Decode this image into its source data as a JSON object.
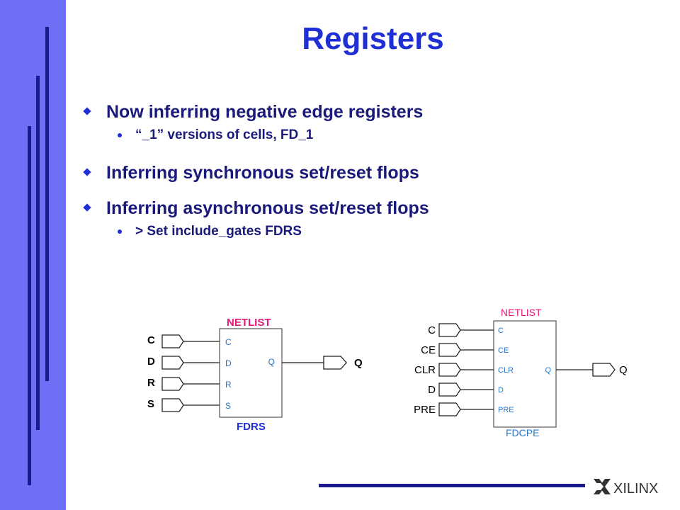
{
  "slide": {
    "title": "Registers",
    "bullets": [
      {
        "text": "Now inferring negative edge registers",
        "sub": [
          "“_1” versions of cells, FD_1"
        ]
      },
      {
        "text": "Inferring synchronous set/reset flops",
        "sub": []
      },
      {
        "text": "Inferring asynchronous set/reset flops",
        "sub": [
          "> Set include_gates FDRS"
        ]
      }
    ]
  },
  "diagram_fdrs": {
    "header": "NETLIST",
    "name": "FDRS",
    "inputs": [
      "C",
      "D",
      "R",
      "S"
    ],
    "pins": [
      "C",
      "D",
      "R",
      "S"
    ],
    "out_pin": "Q",
    "output": "Q"
  },
  "diagram_fdcpe": {
    "header": "NETLIST",
    "name": "FDCPE",
    "inputs": [
      "C",
      "CE",
      "CLR",
      "D",
      "PRE"
    ],
    "pins": [
      "C",
      "CE",
      "CLR",
      "D",
      "PRE"
    ],
    "out_pin": "Q",
    "output": "Q"
  },
  "logo": {
    "text": "XILINX"
  },
  "colors": {
    "sidebar": "#6f6ff5",
    "accent": "#1f2fd6",
    "netlist": "#e8177a",
    "pin": "#2a74c8"
  }
}
